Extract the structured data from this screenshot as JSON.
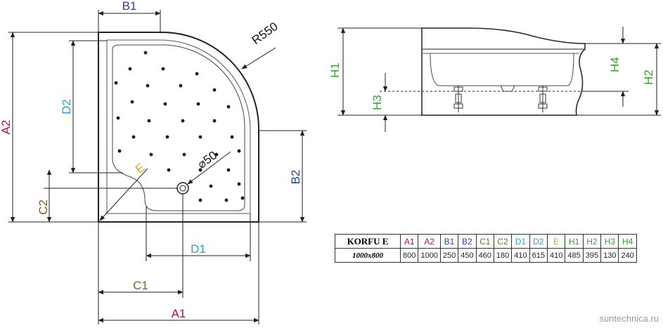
{
  "colors": {
    "A": "#c2122a",
    "B": "#2146a8",
    "C": "#8a5a2b",
    "D": "#2aa0d6",
    "E": "#e69a1a",
    "H": "#3aa030",
    "line": "#222222"
  },
  "plan_labels": {
    "B1": "B1",
    "R550": "R550",
    "A2": "A2",
    "D2": "D2",
    "phi50": "⌀50",
    "E": "E",
    "B2": "B2",
    "C2": "C2",
    "D1": "D1",
    "C1": "C1",
    "A1": "A1"
  },
  "side_labels": {
    "H1": "H1",
    "H2": "H2",
    "H3": "H3",
    "H4": "H4"
  },
  "table": {
    "model": "KORFU E",
    "size": "1000x800",
    "headers": [
      {
        "label": "A1",
        "group": "A"
      },
      {
        "label": "A2",
        "group": "A"
      },
      {
        "label": "B1",
        "group": "B"
      },
      {
        "label": "B2",
        "group": "B"
      },
      {
        "label": "C1",
        "group": "C"
      },
      {
        "label": "C2",
        "group": "C"
      },
      {
        "label": "D1",
        "group": "D"
      },
      {
        "label": "D2",
        "group": "D"
      },
      {
        "label": "E",
        "group": "E"
      },
      {
        "label": "H1",
        "group": "H"
      },
      {
        "label": "H2",
        "group": "H"
      },
      {
        "label": "H3",
        "group": "H"
      },
      {
        "label": "H4",
        "group": "H"
      }
    ],
    "values": [
      "800",
      "1000",
      "250",
      "450",
      "460",
      "180",
      "410",
      "615",
      "410",
      "485",
      "395",
      "130",
      "240"
    ]
  },
  "watermark": "suntechnica.ru"
}
